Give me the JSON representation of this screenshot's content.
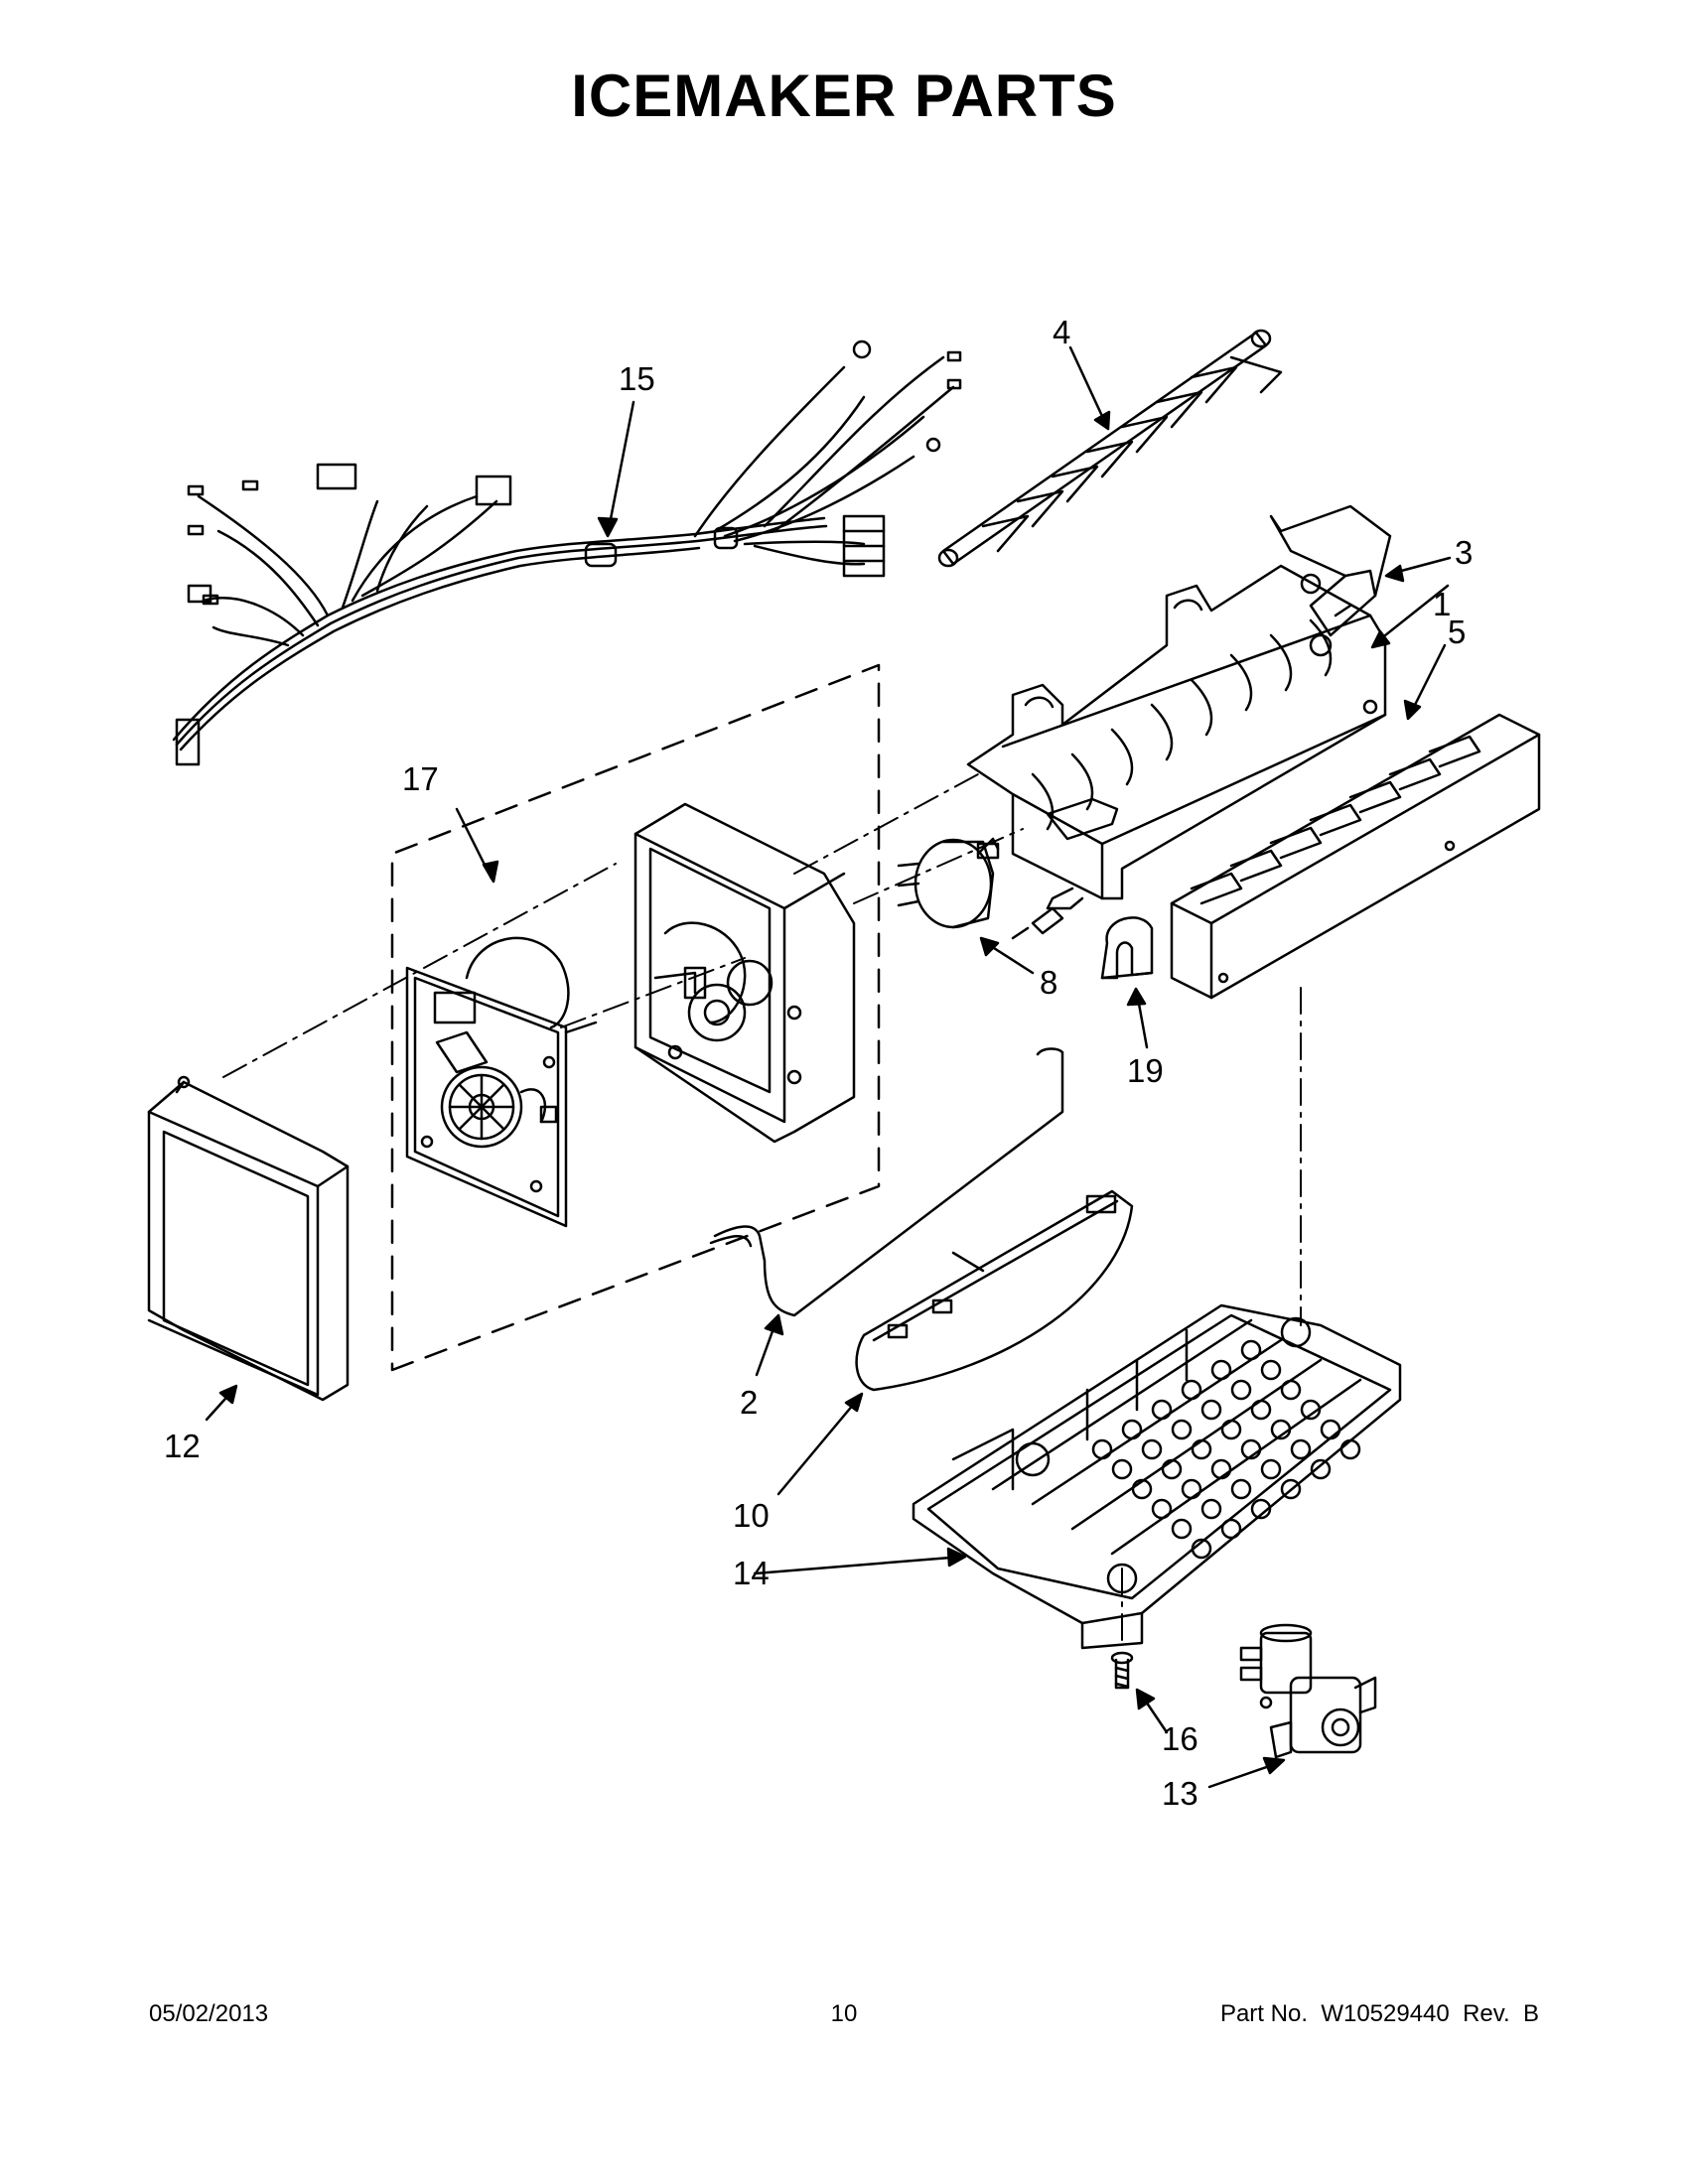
{
  "title": "ICEMAKER PARTS",
  "callouts": [
    {
      "id": "c1",
      "label": "1"
    },
    {
      "id": "c2",
      "label": "2"
    },
    {
      "id": "c3",
      "label": "3"
    },
    {
      "id": "c4",
      "label": "4"
    },
    {
      "id": "c5",
      "label": "5"
    },
    {
      "id": "c8",
      "label": "8"
    },
    {
      "id": "c10",
      "label": "10"
    },
    {
      "id": "c12",
      "label": "12"
    },
    {
      "id": "c13",
      "label": "13"
    },
    {
      "id": "c14",
      "label": "14"
    },
    {
      "id": "c15",
      "label": "15"
    },
    {
      "id": "c16",
      "label": "16"
    },
    {
      "id": "c17",
      "label": "17"
    },
    {
      "id": "c19",
      "label": "19"
    }
  ],
  "footer": {
    "date": "05/02/2013",
    "page": "10",
    "part_no": "Part No.  W10529440  Rev.  B"
  }
}
